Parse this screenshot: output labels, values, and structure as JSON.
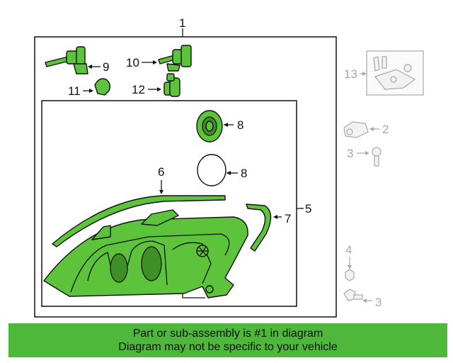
{
  "callouts": {
    "c1": "1",
    "c2": "2",
    "c3a": "3",
    "c3b": "3",
    "c4": "4",
    "c5": "5",
    "c6": "6",
    "c7": "7",
    "c8a": "8",
    "c8b": "8",
    "c9": "9",
    "c10": "10",
    "c11": "11",
    "c12": "12",
    "c13": "13"
  },
  "banner": {
    "line1": "Part or sub-assembly is #1 in diagram",
    "line2": "Diagram may not be specific to your vehicle"
  },
  "colors": {
    "highlight": "#5cc33a",
    "banner": "#4db83a",
    "ghost": "#a8a8a8"
  }
}
